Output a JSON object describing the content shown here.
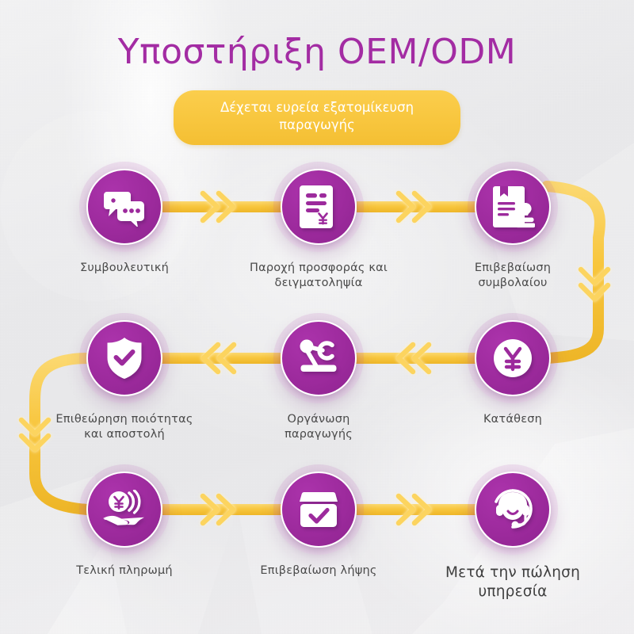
{
  "header": {
    "title": "Υποστήριξη OEM/ODM",
    "badge": "Δέχεται ευρεία εξατομίκευση παραγωγής"
  },
  "colors": {
    "purple": "#9c2a9c",
    "purple_light": "#e3cbe6",
    "yellow": "#f7c63d",
    "yellow_soft": "#fbe08a",
    "title": "#a32ca3",
    "label": "#4a4a4a",
    "background": "#ecebed"
  },
  "flow": {
    "steps": [
      {
        "id": 1,
        "label": "Συμβουλευτική",
        "icon": "chat-bubbles-icon"
      },
      {
        "id": 2,
        "label": "Παροχή προσφοράς και δειγματοληψία",
        "icon": "quotation-document-icon"
      },
      {
        "id": 3,
        "label": "Επιβεβαίωση συμβολαίου",
        "icon": "contract-stamp-icon"
      },
      {
        "id": 4,
        "label": "Κατάθεση",
        "icon": "yen-coin-icon"
      },
      {
        "id": 5,
        "label": "Οργάνωση παραγωγής",
        "icon": "robot-arm-icon"
      },
      {
        "id": 6,
        "label": "Επιθεώρηση ποιότητας και αποστολή",
        "icon": "shield-check-icon"
      },
      {
        "id": 7,
        "label": "Τελική πληρωμή",
        "icon": "hand-coin-icon"
      },
      {
        "id": 8,
        "label": "Επιβεβαίωση λήψης",
        "icon": "box-check-icon"
      },
      {
        "id": 9,
        "label": "Μετά την πώληση υπηρεσία",
        "icon": "headset-support-icon"
      }
    ],
    "connectors": [
      {
        "from": 1,
        "to": 2,
        "direction": "right"
      },
      {
        "from": 2,
        "to": 3,
        "direction": "right"
      },
      {
        "from": 3,
        "to": 4,
        "direction": "down"
      },
      {
        "from": 4,
        "to": 5,
        "direction": "left"
      },
      {
        "from": 5,
        "to": 6,
        "direction": "left"
      },
      {
        "from": 6,
        "to": 7,
        "direction": "down"
      },
      {
        "from": 7,
        "to": 8,
        "direction": "right"
      },
      {
        "from": 8,
        "to": 9,
        "direction": "right"
      }
    ]
  }
}
